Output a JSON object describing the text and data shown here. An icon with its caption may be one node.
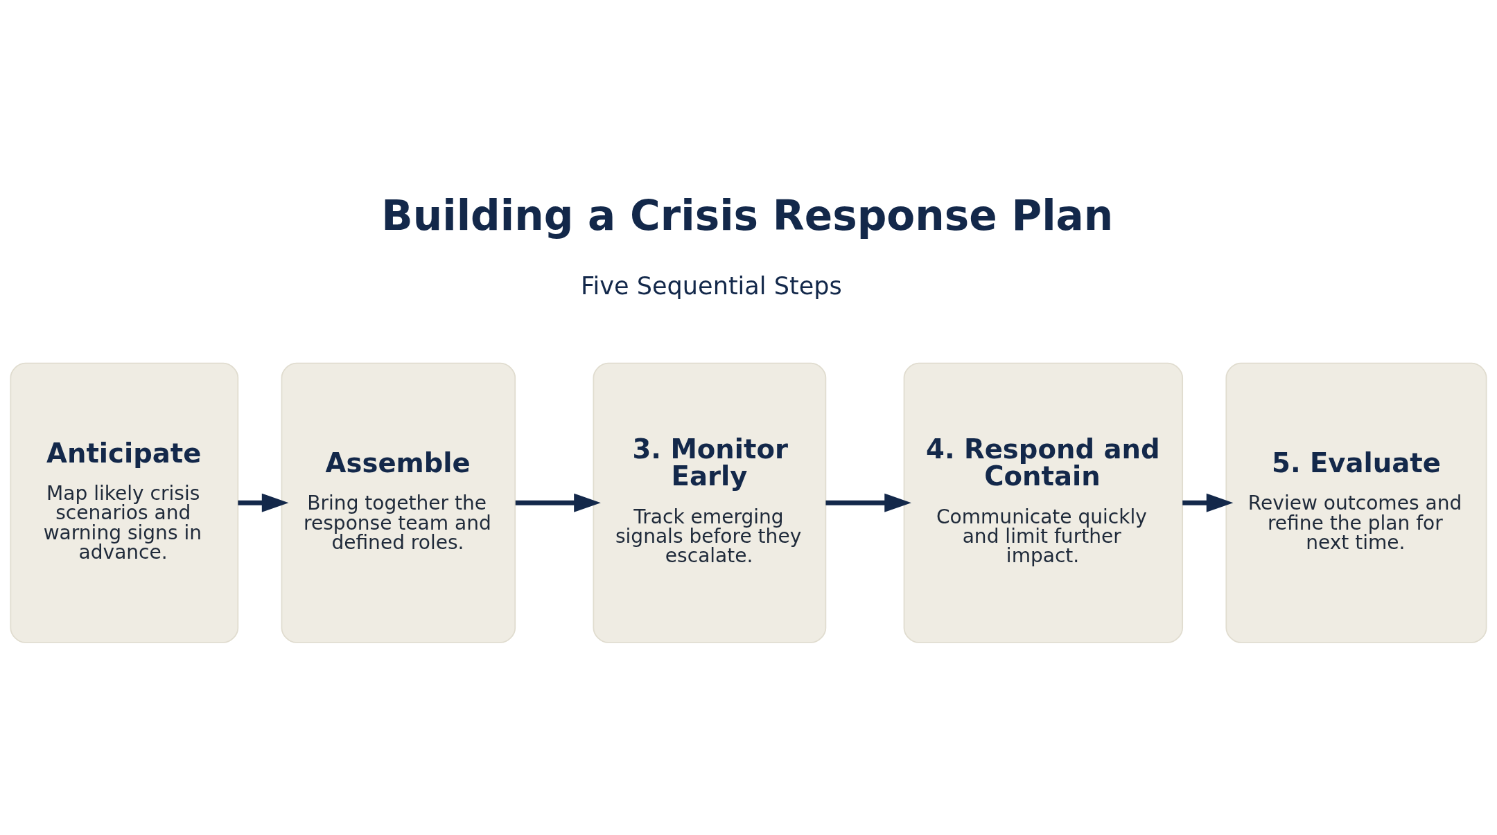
{
  "diagram": {
    "title": "Building a Crisis Response Plan",
    "nodes": [
      {
        "text": [
          "Anticipate",
          "Map likely crisis scenarios and warning signs in advance."
        ]
      },
      {
        "text": [
          "Assemble",
          "Bring together the response team and defined roles."
        ]
      },
      {
        "text": [
          "3. Monitor Early",
          "Track emerging signals before they escalate."
        ]
      },
      {
        "text": [
          "4. Respond and Contain",
          "Communicate quickly and limit further impact."
        ]
      },
      {
        "text": [
          "5. Evaluate",
          "Review outcomes and refine the plan for next time."
        ]
      }
    ],
    "edges": [
      {
        "from": 0,
        "to": 1,
        "arrow": "to"
      },
      {
        "from": 1,
        "to": 2,
        "arrow": "to"
      },
      {
        "from": 2,
        "to": 3,
        "arrow": "to"
      },
      {
        "from": 3,
        "to": 4,
        "arrow": "to"
      }
    ],
    "labels": [
      "Five Sequential Steps"
    ]
  }
}
